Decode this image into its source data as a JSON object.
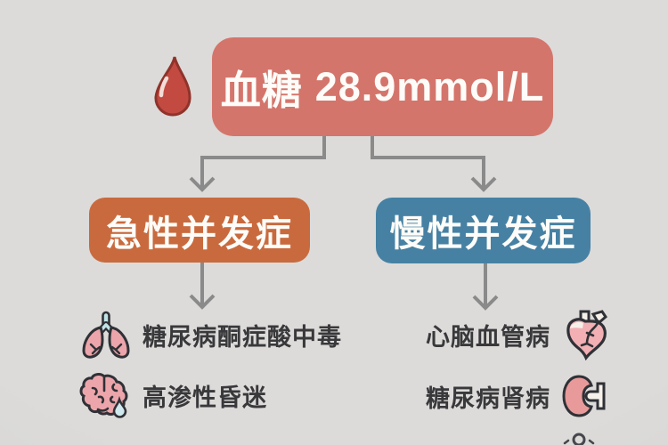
{
  "colors": {
    "background": "#d9d8d6",
    "root_box": "#d4756c",
    "acute_box": "#c96a3e",
    "chronic_box": "#4681a4",
    "connector": "#8a8a8a",
    "box_text": "#fdfcf8",
    "item_text": "#39383b",
    "blood_drop": "#c24a41",
    "organ_pink": "#eca6ab",
    "trachea_blue": "#bfe3e6"
  },
  "root": {
    "label": "血糖",
    "value": "28.9mmol/L"
  },
  "branches": [
    {
      "label": "急性并发症",
      "items": [
        {
          "icon": "lungs-icon",
          "text": "糖尿病酮症酸中毒"
        },
        {
          "icon": "brain-icon",
          "text": "高渗性昏迷"
        }
      ]
    },
    {
      "label": "慢性并发症",
      "items": [
        {
          "icon": "heart-icon",
          "text": "心脑血管病"
        },
        {
          "icon": "kidney-icon",
          "text": "糖尿病肾病"
        }
      ]
    }
  ]
}
